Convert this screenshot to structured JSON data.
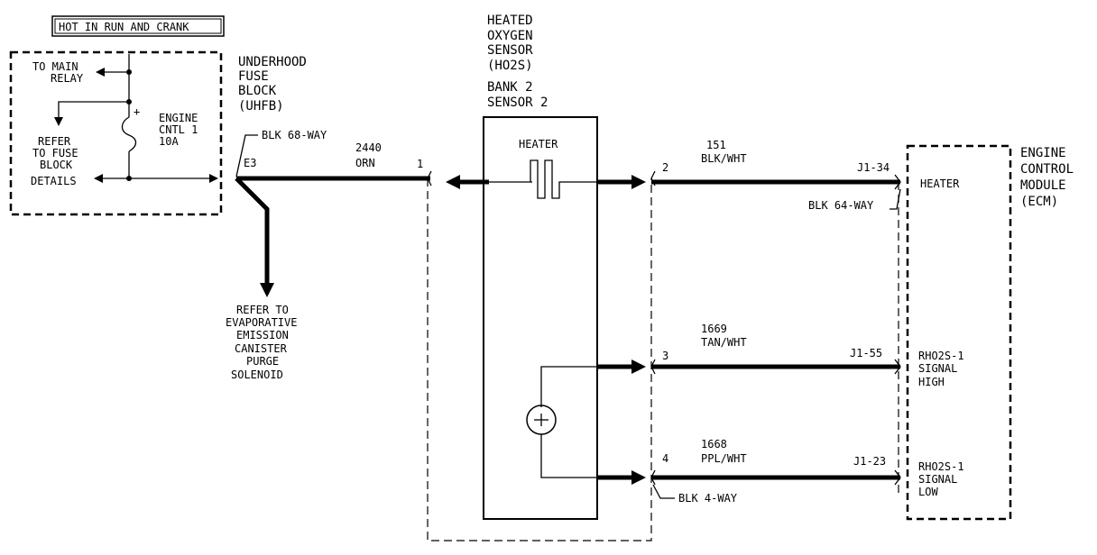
{
  "header": {
    "hot_label": "HOT IN RUN AND CRANK"
  },
  "fuse_block": {
    "to_main_relay": [
      "TO MAIN",
      "RELAY"
    ],
    "refer_fuse_block": [
      "REFER",
      "TO FUSE",
      "BLOCK",
      "DETAILS"
    ],
    "fuse_label": [
      "ENGINE",
      "CNTL 1",
      "10A"
    ],
    "plus_sign": "+",
    "title": [
      "UNDERHOOD",
      "FUSE",
      "BLOCK",
      "(UHFB)"
    ],
    "connector": "BLK 68-WAY",
    "terminal": "E3"
  },
  "wires": {
    "w2440": {
      "circuit": "2440",
      "color": "ORN"
    },
    "w151": {
      "circuit": "151",
      "color": "BLK/WHT"
    },
    "w1669": {
      "circuit": "1669",
      "color": "TAN/WHT"
    },
    "w1668": {
      "circuit": "1668",
      "color": "PPL/WHT"
    }
  },
  "evap": [
    "REFER TO",
    "EVAPORATIVE",
    "EMISSION",
    "CANISTER",
    "PURGE",
    "SOLENOID"
  ],
  "sensor": {
    "title": [
      "HEATED",
      "OXYGEN",
      "SENSOR",
      "(HO2S)",
      "BANK 2",
      "SENSOR 2"
    ],
    "heater_label": "HEATER",
    "pin1": "1",
    "pin2": "2",
    "pin3": "3",
    "pin4": "4",
    "connector": "BLK 4-WAY"
  },
  "ecm": {
    "title": [
      "ENGINE",
      "CONTROL",
      "MODULE",
      "(ECM)"
    ],
    "connector": "BLK 64-WAY",
    "j1_34": "J1-34",
    "j1_55": "J1-55",
    "j1_23": "J1-23",
    "heater_label": "HEATER",
    "signal_high": [
      "RHO2S-1",
      "SIGNAL",
      "HIGH"
    ],
    "signal_low": [
      "RHO2S-1",
      "SIGNAL",
      "LOW"
    ]
  }
}
